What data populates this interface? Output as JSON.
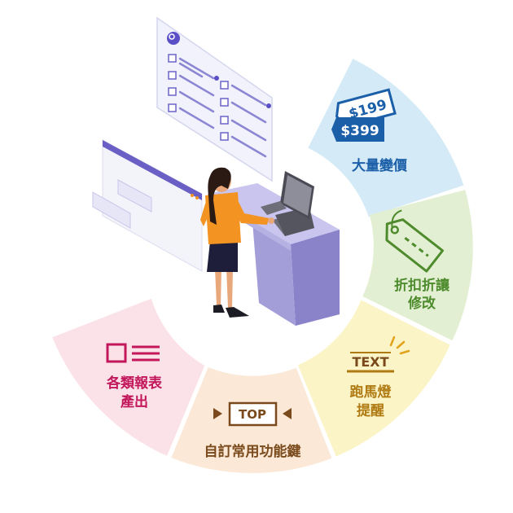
{
  "colors": {
    "blue_fill": "#d4ebf7",
    "blue_accent": "#1b5fa8",
    "green_fill": "#e3efd2",
    "green_accent": "#4e8b2d",
    "yellow_fill": "#fbf4c6",
    "yellow_accent": "#b07a12",
    "peach_fill": "#fbe8d6",
    "peach_accent": "#7a4a1c",
    "pink_fill": "#fbe1e8",
    "pink_accent": "#c2185b",
    "illustration_purple": "#8b83c9",
    "illustration_orange": "#f29322"
  },
  "segments": {
    "bulk_price": {
      "line1": "大量變價",
      "tag_back": "$199",
      "tag_front": "$399",
      "icon": "price-tags-icon"
    },
    "discount": {
      "line1": "折扣折讓",
      "line2": "修改",
      "icon": "discount-tag-icon"
    },
    "marquee": {
      "line1": "跑馬燈",
      "line2": "提醒",
      "badge": "TEXT",
      "icon": "marquee-text-icon"
    },
    "shortcut": {
      "line1": "自訂常用功能鍵",
      "badge": "TOP",
      "icon": "top-key-icon"
    },
    "report": {
      "line1": "各類報表",
      "line2": "產出",
      "icon": "report-document-icon"
    }
  }
}
